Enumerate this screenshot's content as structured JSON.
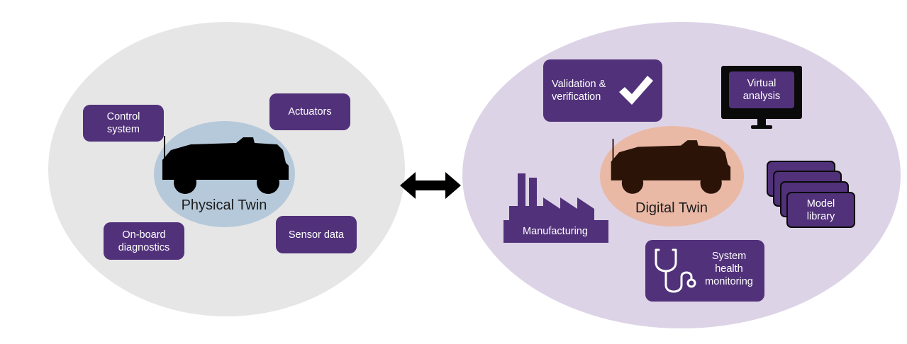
{
  "colors": {
    "physical_bg": "#e6e6e6",
    "digital_bg": "#ddd3e6",
    "physical_core": "#b6c9da",
    "digital_core": "#e9b9a6",
    "box": "#51317a",
    "vehicle_physical": "#000000",
    "vehicle_digital": "#2b1308"
  },
  "physical": {
    "label": "Physical Twin",
    "items": {
      "control_system": "Control\nsystem",
      "actuators": "Actuators",
      "onboard_diagnostics": "On-board\ndiagnostics",
      "sensor_data": "Sensor data"
    }
  },
  "digital": {
    "label": "Digital Twin",
    "items": {
      "validation": "Validation &\nverification",
      "virtual_analysis": "Virtual\nanalysis",
      "manufacturing": "Manufacturing",
      "model_library": "Model\nlibrary",
      "system_health": "System\nhealth\nmonitoring"
    }
  },
  "icons": {
    "connector": "double-arrow-icon",
    "vehicle": "military-vehicle-icon",
    "checkmark": "checkmark-icon",
    "monitor": "monitor-icon",
    "factory": "factory-icon",
    "stacked_cards": "stacked-cards-icon",
    "stethoscope": "stethoscope-icon"
  }
}
